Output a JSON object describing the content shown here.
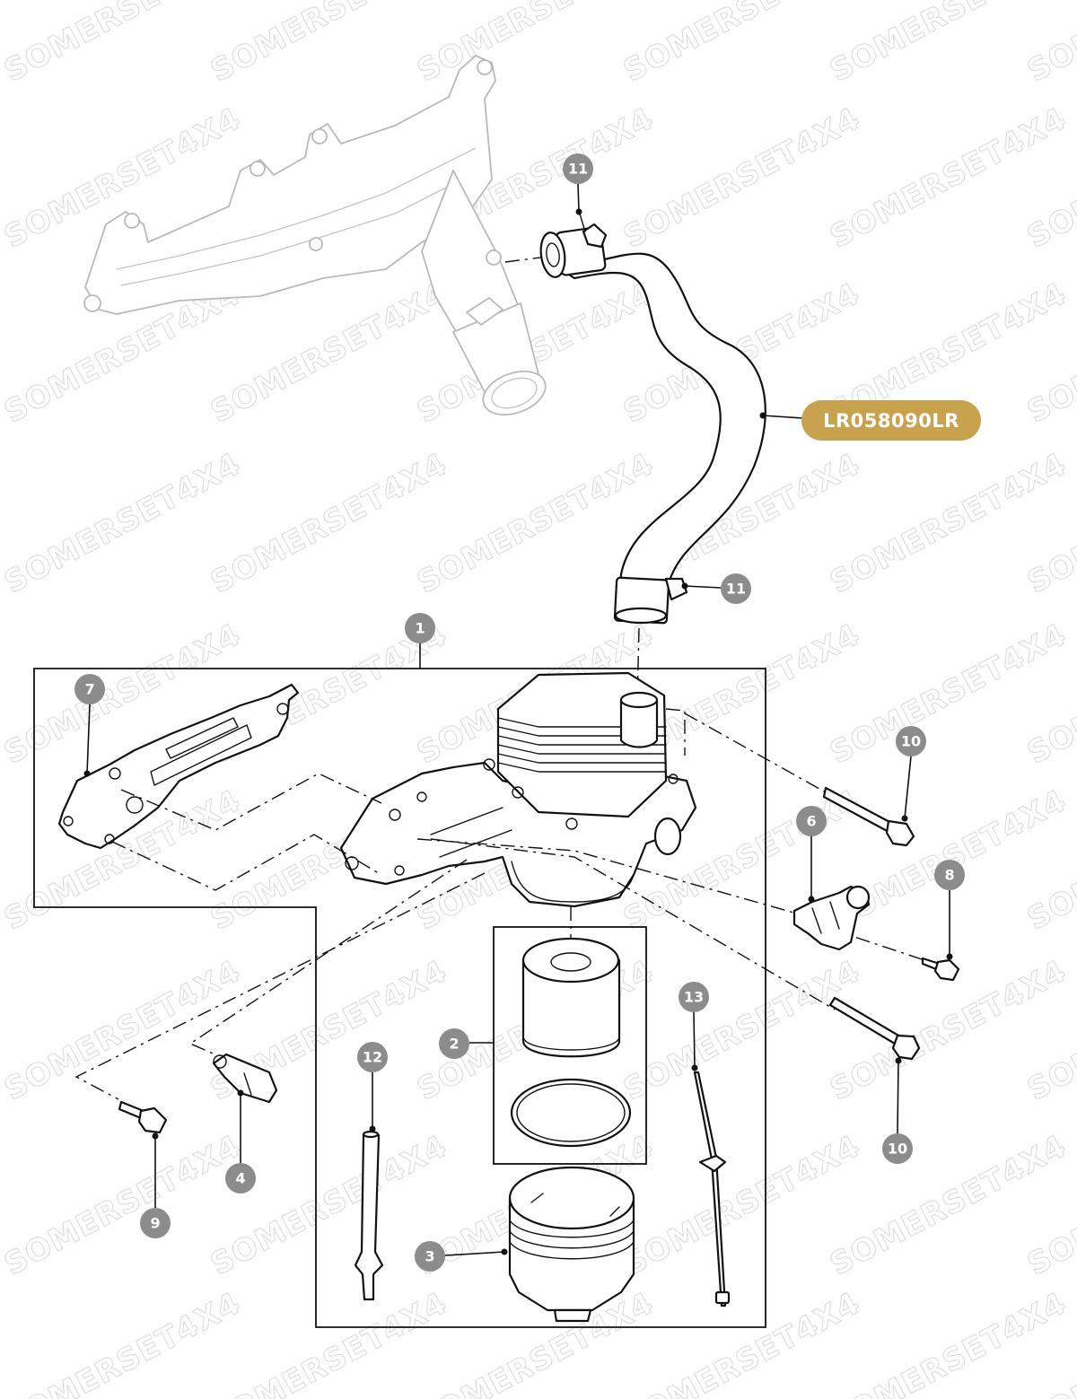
{
  "watermark": "SOMERSET4X4",
  "part_number": "LR058090LR",
  "callouts": [
    {
      "id": "callout-11-top",
      "label": "11"
    },
    {
      "id": "callout-11-bottom",
      "label": "11"
    },
    {
      "id": "callout-1",
      "label": "1"
    },
    {
      "id": "callout-7",
      "label": "7"
    },
    {
      "id": "callout-10-top",
      "label": "10"
    },
    {
      "id": "callout-6",
      "label": "6"
    },
    {
      "id": "callout-8",
      "label": "8"
    },
    {
      "id": "callout-2",
      "label": "2"
    },
    {
      "id": "callout-13",
      "label": "13"
    },
    {
      "id": "callout-12",
      "label": "12"
    },
    {
      "id": "callout-4",
      "label": "4"
    },
    {
      "id": "callout-9",
      "label": "9"
    },
    {
      "id": "callout-10-bottom",
      "label": "10"
    },
    {
      "id": "callout-3",
      "label": "3"
    }
  ],
  "colors": {
    "callout_fill": "#8c8c8c",
    "part_number_pill": "#c9a24e",
    "line": "#111111",
    "ghost_line": "#b9b9b9",
    "watermark": "#d9d9d9"
  }
}
